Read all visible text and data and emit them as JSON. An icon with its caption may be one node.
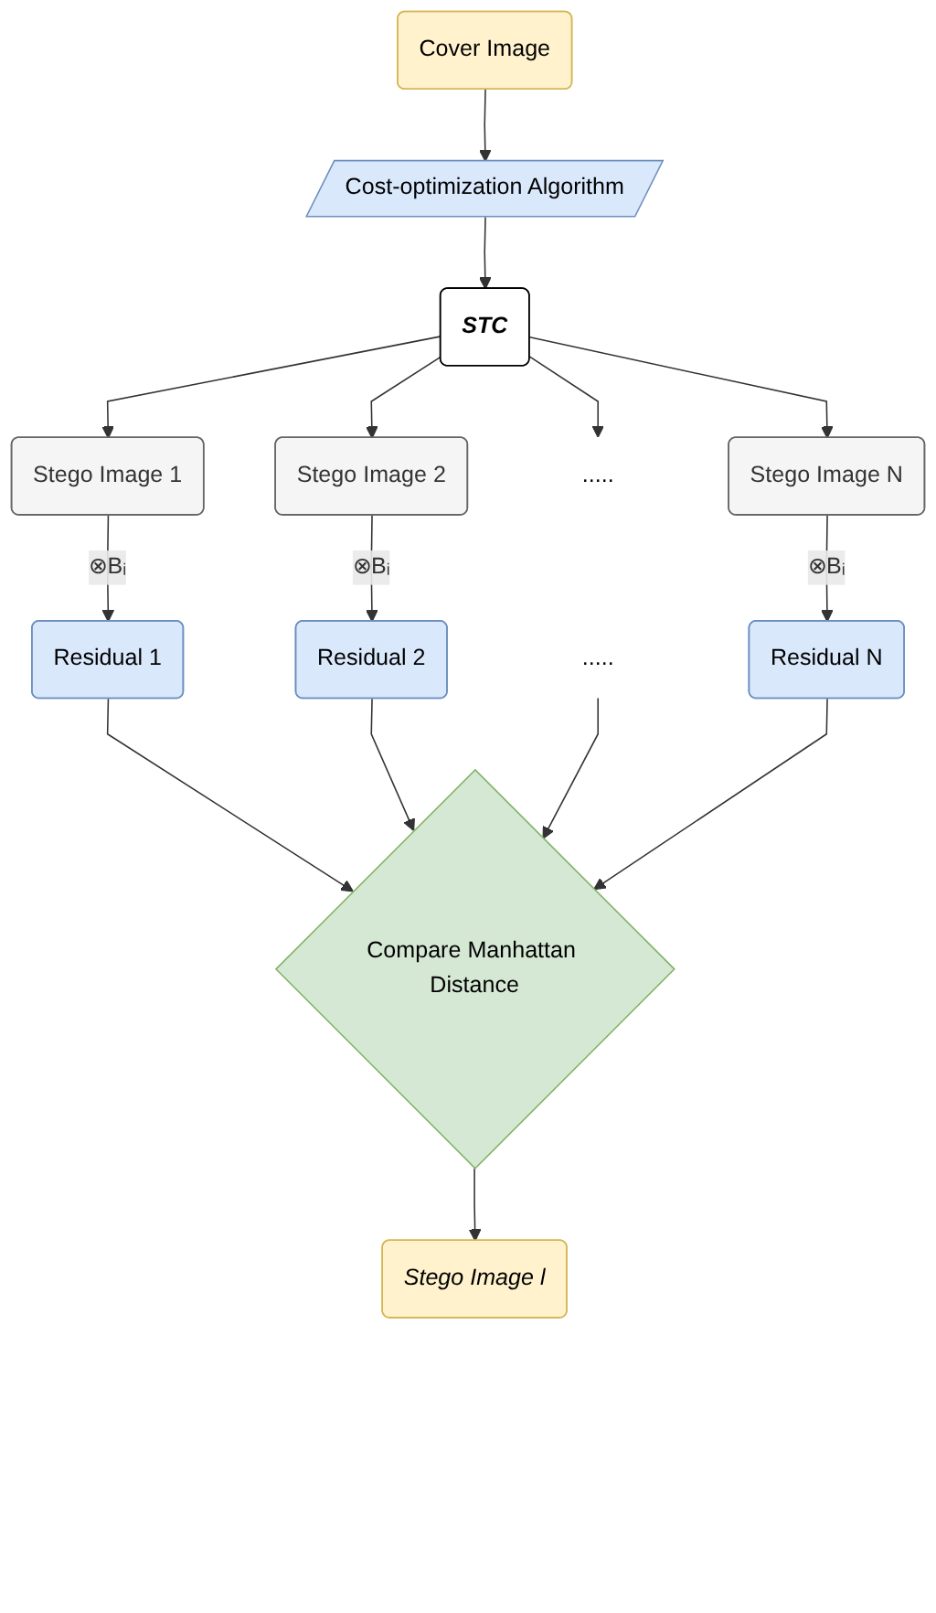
{
  "diagram": {
    "nodes": [
      {
        "text": [
          "Cover Image"
        ]
      },
      {
        "text": [
          "Cost-optimization Algorithm"
        ]
      },
      {
        "text": [
          "STC"
        ]
      },
      {
        "text": [
          "Stego Image 1"
        ]
      },
      {
        "text": [
          "Stego Image 2"
        ]
      },
      {
        "text": [
          "....."
        ]
      },
      {
        "text": [
          "Stego Image N"
        ]
      },
      {
        "text": [
          "Residual 1"
        ]
      },
      {
        "text": [
          "Residual 2"
        ]
      },
      {
        "text": [
          "....."
        ]
      },
      {
        "text": [
          "Residual N"
        ]
      },
      {
        "text": [
          "Compare Manhattan Distance"
        ]
      },
      {
        "text": [
          "Stego Image l"
        ]
      }
    ],
    "edges": [
      {
        "from": 0,
        "to": 1,
        "arrow": "to"
      },
      {
        "from": 1,
        "to": 2,
        "arrow": "to"
      },
      {
        "from": 2,
        "to": 3,
        "arrow": "to"
      },
      {
        "from": 2,
        "to": 4,
        "arrow": "to"
      },
      {
        "from": 2,
        "to": 5,
        "arrow": "to"
      },
      {
        "from": 2,
        "to": 6,
        "arrow": "to"
      },
      {
        "from": 3,
        "to": 7,
        "arrow": "to",
        "label": "⊗Bᵢ"
      },
      {
        "from": 4,
        "to": 8,
        "arrow": "to",
        "label": "⊗Bᵢ"
      },
      {
        "from": 6,
        "to": 10,
        "arrow": "to",
        "label": "⊗Bᵢ"
      },
      {
        "from": 7,
        "to": 11,
        "arrow": "to"
      },
      {
        "from": 8,
        "to": 11,
        "arrow": "to"
      },
      {
        "from": 9,
        "to": 11,
        "arrow": "to"
      },
      {
        "from": 10,
        "to": 11,
        "arrow": "to"
      },
      {
        "from": 11,
        "to": 12,
        "arrow": "to"
      }
    ]
  }
}
